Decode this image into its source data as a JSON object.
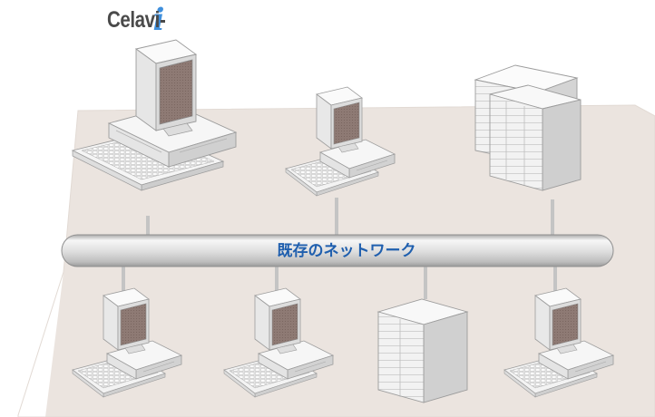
{
  "brand": {
    "name": "Celavi-",
    "mark": "i",
    "colors": {
      "text": "#4a4a4a",
      "mark": "#3f8fdc"
    }
  },
  "network": {
    "label": "既存のネットワーク",
    "label_color": "#1f5fae"
  },
  "nodes": {
    "top": [
      {
        "kind": "workstation",
        "name": "large-desktop-computer-icon"
      },
      {
        "kind": "desktop",
        "name": "desktop-computer-icon"
      },
      {
        "kind": "server",
        "name": "tower-server-icon"
      }
    ],
    "bottom": [
      {
        "kind": "desktop",
        "name": "desktop-computer-icon"
      },
      {
        "kind": "desktop",
        "name": "desktop-computer-icon"
      },
      {
        "kind": "server",
        "name": "rack-server-icon"
      },
      {
        "kind": "desktop",
        "name": "desktop-computer-icon"
      }
    ]
  },
  "colors": {
    "floor": "#ebe4df",
    "screen": "#8c7872",
    "device_light": "#f4f4f4",
    "device_mid": "#dcdcdc",
    "device_dark": "#b9b9b9",
    "cable": "#c4c4c4",
    "bus_fill": "#dcdcdc"
  }
}
